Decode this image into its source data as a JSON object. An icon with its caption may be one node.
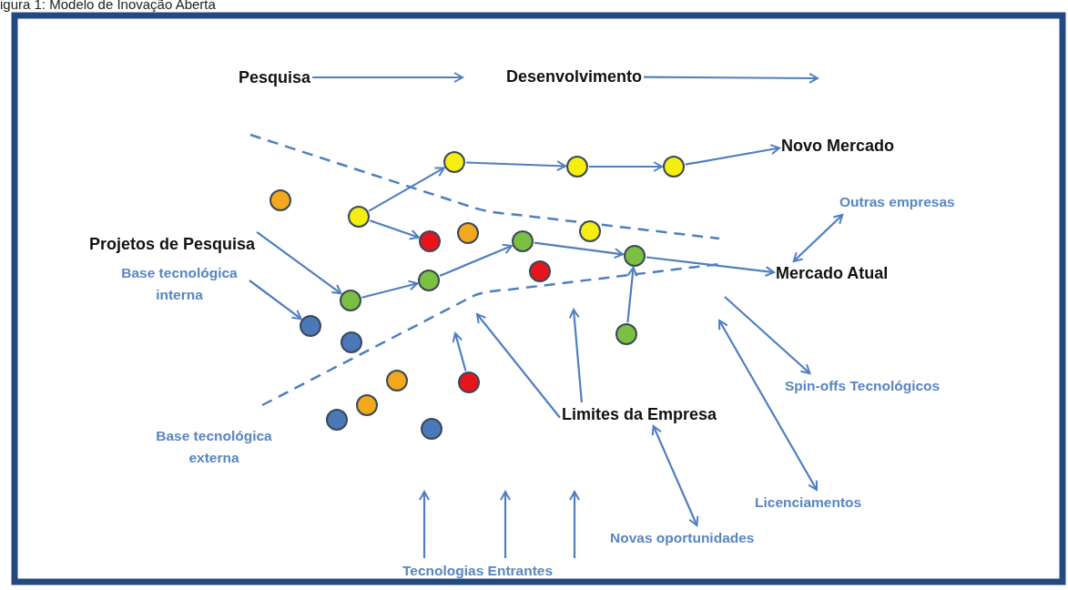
{
  "diagram": {
    "title": "igura 1: Modelo de Inovação Aberta",
    "nodes": [
      {
        "text": [
          "Pesquisa"
        ]
      },
      {
        "text": [
          "Desenvolvimento"
        ]
      },
      {
        "text": [
          "Novo Mercado"
        ]
      },
      {
        "text": [
          "Projetos de Pesquisa"
        ]
      },
      {
        "text": [
          "Base tecnológica interna"
        ]
      },
      {
        "text": [
          "Mercado Atual"
        ]
      },
      {
        "text": [
          "Outras empresas"
        ]
      },
      {
        "text": [
          "Spin-offs Tecnológicos"
        ]
      },
      {
        "text": [
          "Licenciamentos"
        ]
      },
      {
        "text": [
          "Limites da Empresa"
        ]
      },
      {
        "text": [
          "Base tecnológica externa"
        ]
      },
      {
        "text": [
          "Novas oportunidades"
        ]
      },
      {
        "text": [
          "Tecnologias Entrantes"
        ]
      },
      {
        "text": [],
        "shape": "circle"
      },
      {
        "text": [],
        "shape": "circle"
      },
      {
        "text": [],
        "shape": "circle"
      },
      {
        "text": [],
        "shape": "circle"
      },
      {
        "text": [],
        "shape": "circle"
      },
      {
        "text": [],
        "shape": "circle"
      },
      {
        "text": [],
        "shape": "circle"
      },
      {
        "text": [],
        "shape": "circle"
      },
      {
        "text": [],
        "shape": "circle"
      },
      {
        "text": [],
        "shape": "circle"
      },
      {
        "text": [],
        "shape": "circle"
      },
      {
        "text": [],
        "shape": "circle"
      },
      {
        "text": [],
        "shape": "circle"
      },
      {
        "text": [],
        "shape": "circle"
      },
      {
        "text": [],
        "shape": "circle"
      },
      {
        "text": [],
        "shape": "circle"
      },
      {
        "text": [],
        "shape": "circle"
      },
      {
        "text": [],
        "shape": "circle"
      },
      {
        "text": [],
        "shape": "circle"
      },
      {
        "text": [],
        "shape": "circle"
      },
      {
        "text": [],
        "shape": "circle"
      }
    ],
    "edges": [
      {
        "from": 0,
        "to": null,
        "arrow": "to"
      },
      {
        "from": 1,
        "to": null,
        "arrow": "to"
      },
      {
        "from": 13,
        "to": 14,
        "arrow": "to"
      },
      {
        "from": 14,
        "to": 15,
        "arrow": "to"
      },
      {
        "from": 15,
        "to": 2,
        "arrow": "to"
      },
      {
        "from": 17,
        "to": 13,
        "arrow": "to"
      },
      {
        "from": 17,
        "to": 19,
        "arrow": "to"
      },
      {
        "from": 3,
        "to": 25,
        "arrow": "to"
      },
      {
        "from": 4,
        "to": 26,
        "arrow": "to"
      },
      {
        "from": 25,
        "to": 24,
        "arrow": "to"
      },
      {
        "from": 24,
        "to": 20,
        "arrow": "to"
      },
      {
        "from": 20,
        "to": 22,
        "arrow": "to"
      },
      {
        "from": 22,
        "to": 5,
        "arrow": "to"
      },
      {
        "from": 5,
        "to": 6,
        "arrow": "both"
      },
      {
        "from": null,
        "to": 7,
        "arrow": "to"
      },
      {
        "from": null,
        "to": 8,
        "arrow": "both"
      },
      {
        "from": 9,
        "to": 11,
        "arrow": "both"
      },
      {
        "from": 9,
        "to": null,
        "arrow": "to"
      },
      {
        "from": 9,
        "to": null,
        "arrow": "to"
      },
      {
        "from": 27,
        "to": 22,
        "arrow": "to"
      },
      {
        "from": 30,
        "to": null,
        "arrow": "to"
      },
      {
        "from": 12,
        "to": null,
        "arrow": "to"
      },
      {
        "from": 12,
        "to": null,
        "arrow": "to"
      },
      {
        "from": 12,
        "to": null,
        "arrow": "to"
      }
    ]
  }
}
